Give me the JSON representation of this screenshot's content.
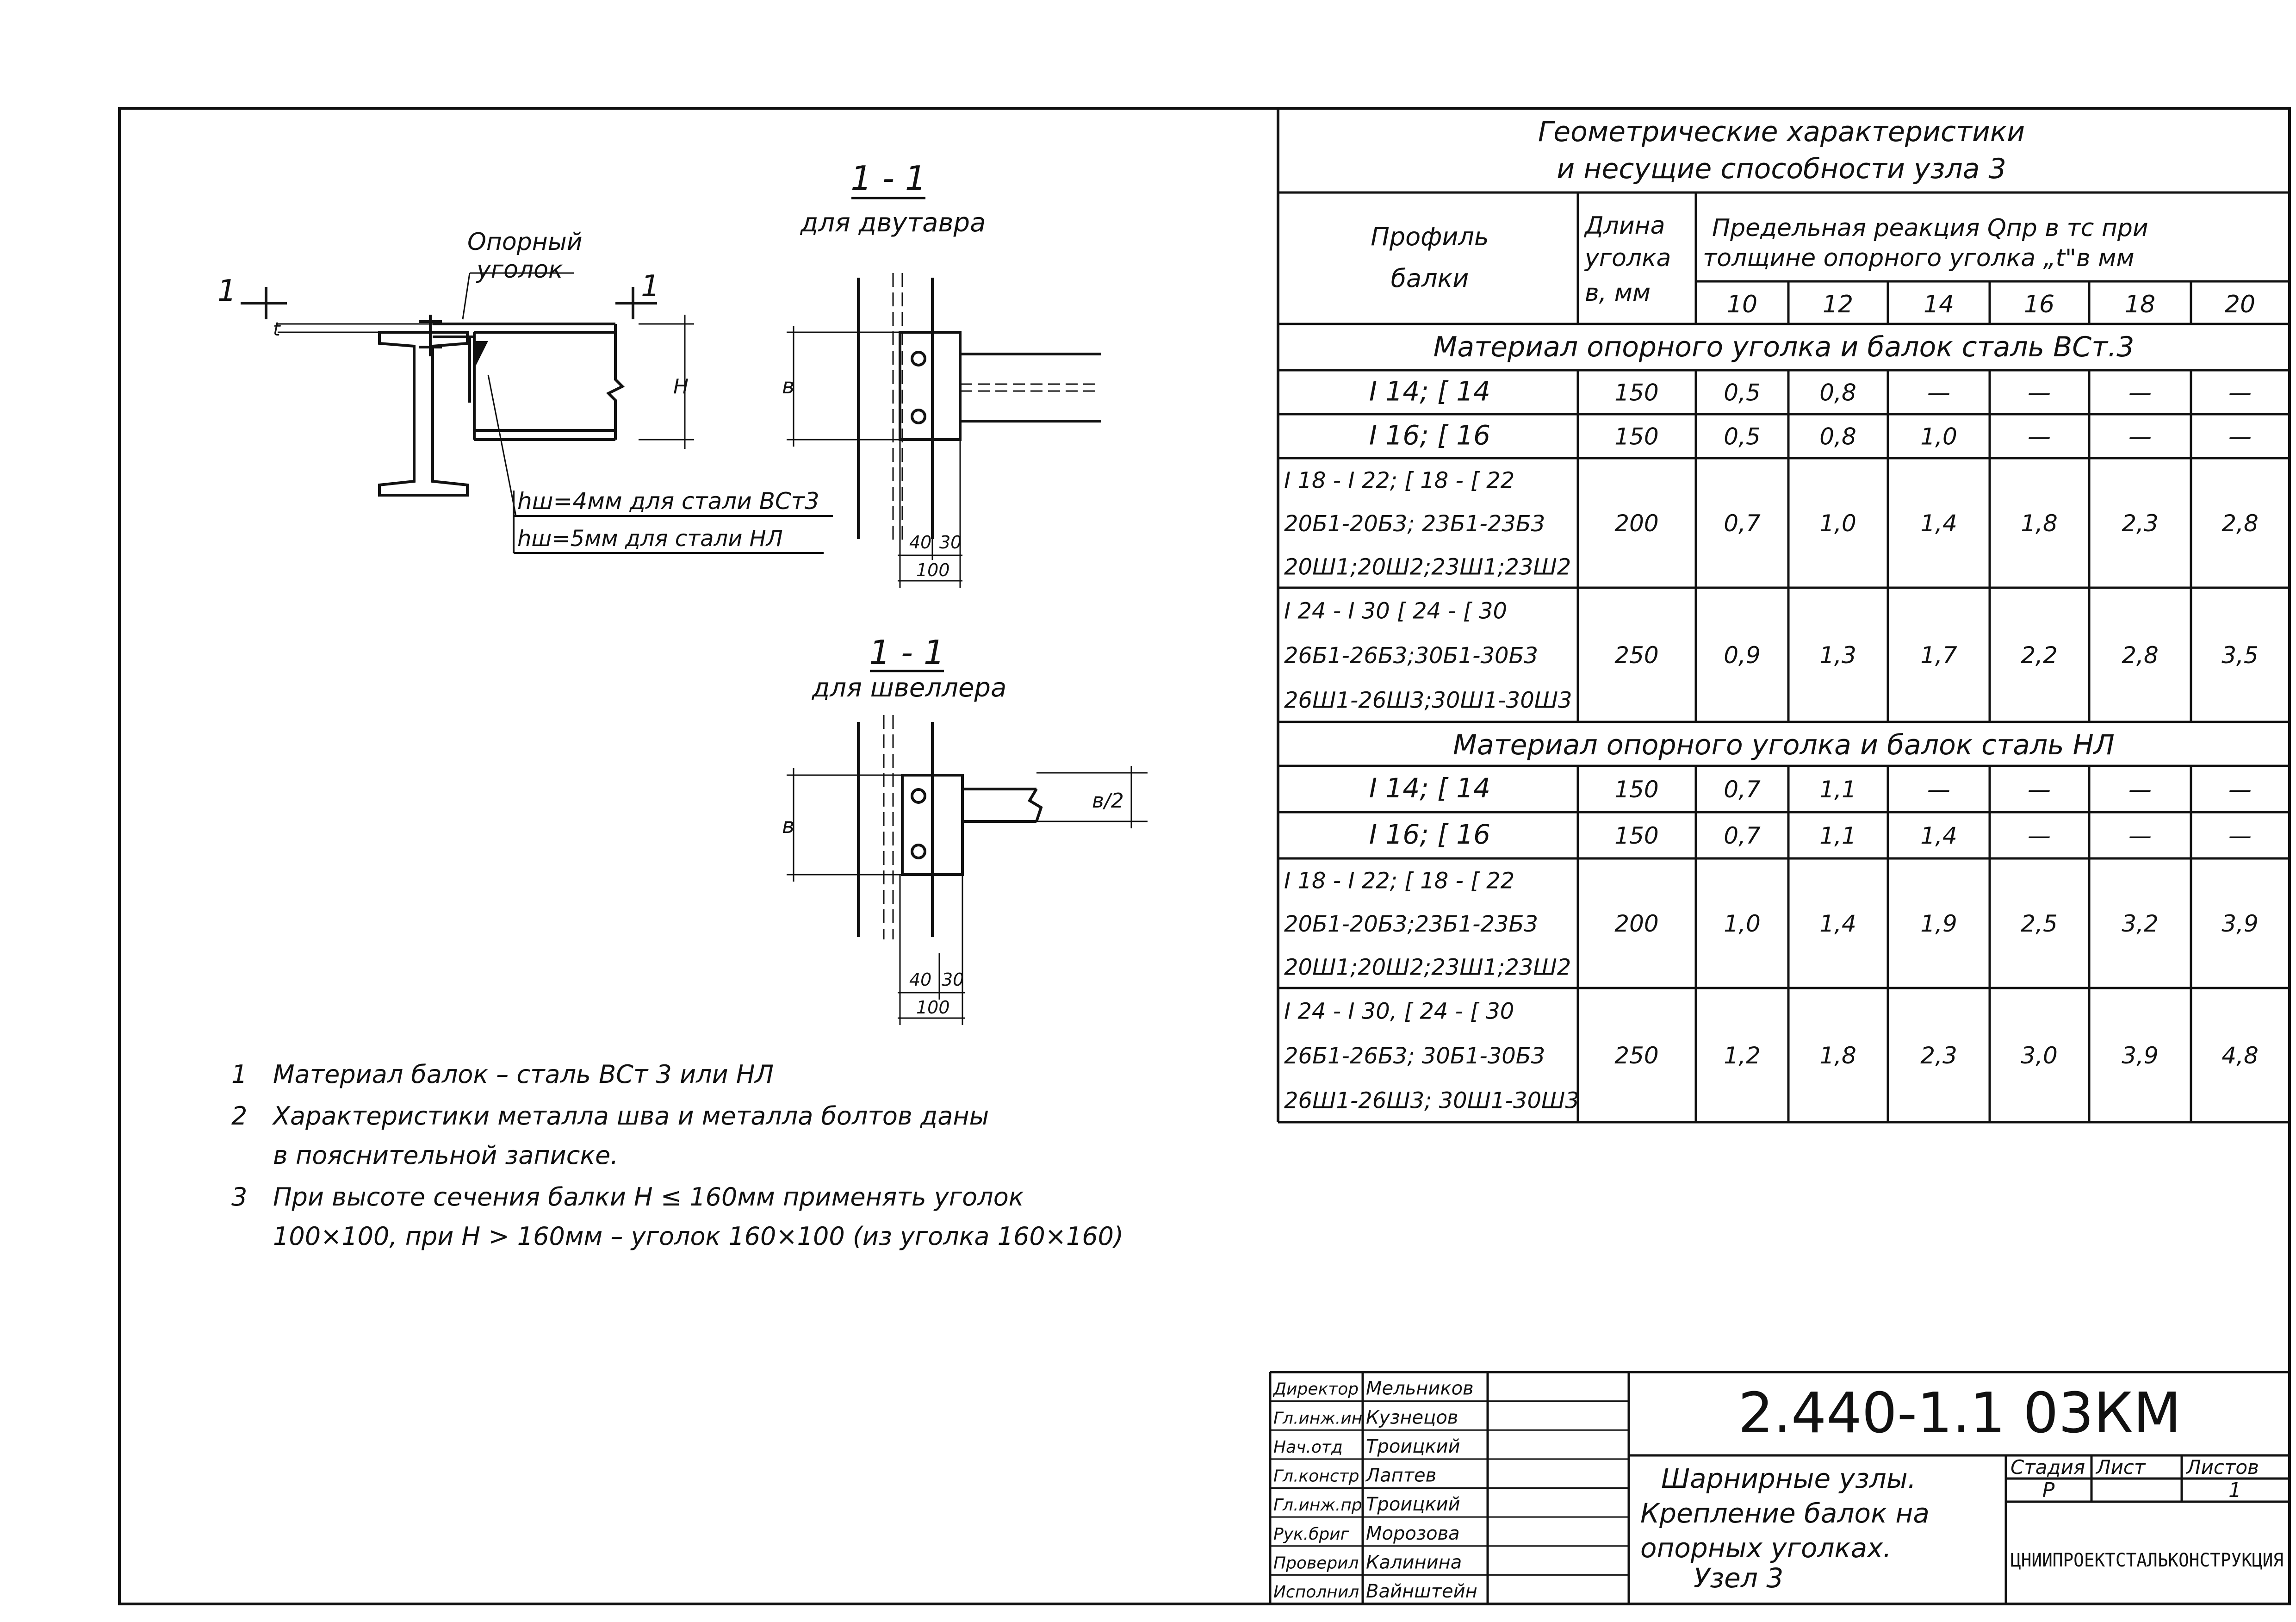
{
  "table": {
    "title_line1": "Геометрические характеристики",
    "title_line2": "и несущие способности узла 3",
    "header": {
      "profile": [
        "Профиль",
        "балки"
      ],
      "length": [
        "Длина",
        "уголка",
        "в, мм"
      ],
      "reaction": [
        "Предельная реакция Qпр в тс при",
        "толщине опорного уголка „t\"в мм"
      ],
      "thicknesses": [
        "10",
        "12",
        "14",
        "16",
        "18",
        "20"
      ]
    },
    "section1_title": "Материал опорного уголка и балок сталь ВСт.3",
    "section1_rows": [
      {
        "profiles": [
          "I 14; [ 14"
        ],
        "length": "150",
        "values": [
          "0,5",
          "0,8",
          "—",
          "—",
          "—",
          "—"
        ]
      },
      {
        "profiles": [
          "I 16; [ 16"
        ],
        "length": "150",
        "values": [
          "0,5",
          "0,8",
          "1,0",
          "—",
          "—",
          "—"
        ]
      },
      {
        "profiles": [
          "I 18 - I 22; [ 18 - [ 22",
          "20Б1-20Б3; 23Б1-23Б3",
          "20Ш1;20Ш2;23Ш1;23Ш2"
        ],
        "length": "200",
        "values": [
          "0,7",
          "1,0",
          "1,4",
          "1,8",
          "2,3",
          "2,8"
        ]
      },
      {
        "profiles": [
          "I 24 - I 30 [ 24 - [ 30",
          "26Б1-26Б3;30Б1-30Б3",
          "26Ш1-26Ш3;30Ш1-30Ш3"
        ],
        "length": "250",
        "values": [
          "0,9",
          "1,3",
          "1,7",
          "2,2",
          "2,8",
          "3,5"
        ]
      }
    ],
    "section2_title": "Материал опорного уголка и балок сталь НЛ",
    "section2_rows": [
      {
        "profiles": [
          "I 14; [ 14"
        ],
        "length": "150",
        "values": [
          "0,7",
          "1,1",
          "—",
          "—",
          "—",
          "—"
        ]
      },
      {
        "profiles": [
          "I 16; [ 16"
        ],
        "length": "150",
        "values": [
          "0,7",
          "1,1",
          "1,4",
          "—",
          "—",
          "—"
        ]
      },
      {
        "profiles": [
          "I 18 - I 22; [ 18 - [ 22",
          "20Б1-20Б3;23Б1-23Б3",
          "20Ш1;20Ш2;23Ш1;23Ш2"
        ],
        "length": "200",
        "values": [
          "1,0",
          "1,4",
          "1,9",
          "2,5",
          "3,2",
          "3,9"
        ]
      },
      {
        "profiles": [
          "I 24 - I 30, [ 24 - [ 30",
          "26Б1-26Б3; 30Б1-30Б3",
          "26Ш1-26Ш3; 30Ш1-30Ш3"
        ],
        "length": "250",
        "values": [
          "1,2",
          "1,8",
          "2,3",
          "3,0",
          "3,9",
          "4,8"
        ]
      }
    ]
  },
  "drawing": {
    "section_mark": "1 - 1",
    "section1_caption": "для двутавра",
    "section2_caption": "для швеллера",
    "cut_label": "1",
    "support_angle_line1": "Опорный",
    "support_angle_line2": "уголок",
    "weld1": "hш=4мм для стали ВСт3",
    "weld2": "hш=5мм для стали НЛ",
    "dim_t": "t",
    "dim_H": "H",
    "dim_b": "в",
    "dim_b_half": "в/2",
    "dim_40": "40",
    "dim_30": "30",
    "dim_100": "100"
  },
  "notes": [
    {
      "num": "1",
      "lines": [
        "Материал балок – сталь  ВСт 3 или НЛ"
      ]
    },
    {
      "num": "2",
      "lines": [
        "Характеристики металла шва и металла болтов даны",
        "в пояснительной записке."
      ]
    },
    {
      "num": "3",
      "lines": [
        "При высоте сечения балки H ≤ 160мм применять уголок",
        "100×100, при H > 160мм – уголок 160×100 (из уголка 160×160)"
      ]
    }
  ],
  "title_block": {
    "roles": [
      "Директор",
      "Гл.инж.ин",
      "Нач.отд",
      "Гл.констр",
      "Гл.инж.пр",
      "Рук.бриг",
      "Проверил",
      "Исполнил"
    ],
    "names": [
      "Мельников",
      "Кузнецов",
      "Троицкий",
      "Лаптев",
      "Троицкий",
      "Морозова",
      "Калинина",
      "Вайнштейн"
    ],
    "code": "2.440-1.1 03КМ",
    "description": [
      "Шарнирные узлы.",
      "Крепление балок на",
      "опорных уголках.",
      "Узел 3"
    ],
    "stage_label": "Стадия",
    "sheet_label": "Лист",
    "sheets_label": "Листов",
    "stage": "Р",
    "sheet": "",
    "sheets": "1",
    "organization": "ЦНИИПРОЕКТСТАЛЬКОНСТРУКЦИЯ"
  }
}
